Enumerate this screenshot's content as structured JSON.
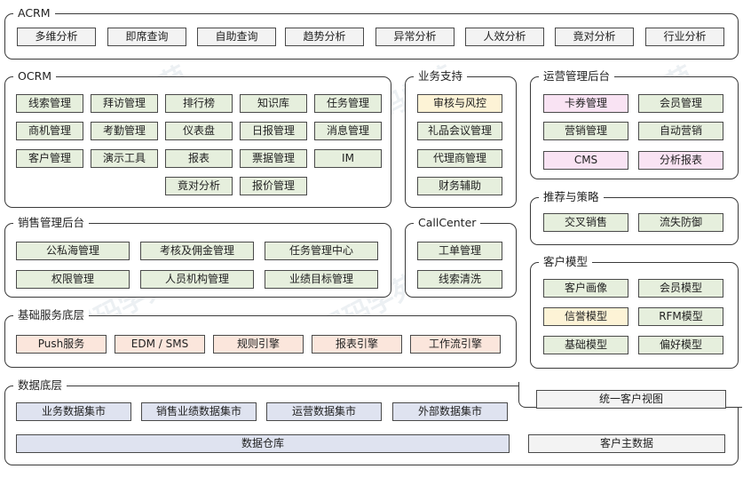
{
  "colors": {
    "plain": "#f3f3f3",
    "green": "#e6efdd",
    "yellow": "#fdf3d6",
    "pink": "#f9e3f3",
    "peach": "#fbe6dc",
    "blue": "#dfe3f0",
    "border": "#3a3a3a"
  },
  "acrm": {
    "title": "ACRM",
    "items": [
      "多维分析",
      "即席查询",
      "自助查询",
      "趋势分析",
      "异常分析",
      "人效分析",
      "竟对分析",
      "行业分析"
    ]
  },
  "ocrm": {
    "title": "OCRM",
    "items": [
      "线索管理",
      "拜访管理",
      "排行榜",
      "知识库",
      "任务管理",
      "商机管理",
      "考勤管理",
      "仪表盘",
      "日报管理",
      "消息管理",
      "客户管理",
      "演示工具",
      "报表",
      "票据管理",
      "IM",
      "竟对分析",
      "报价管理"
    ]
  },
  "business_support": {
    "title": "业务支持",
    "items": [
      "审核与风控",
      "礼品会议管理",
      "代理商管理",
      "财务辅助"
    ]
  },
  "ops_backend": {
    "title": "运营管理后台",
    "items": [
      "卡券管理",
      "会员管理",
      "营销管理",
      "自动营销",
      "CMS",
      "分析报表"
    ]
  },
  "recommend": {
    "title": "推荐与策略",
    "items": [
      "交叉销售",
      "流失防御"
    ]
  },
  "sales_backend": {
    "title": "销售管理后台",
    "items": [
      "公私海管理",
      "考核及佣金管理",
      "任务管理中心",
      "权限管理",
      "人员机构管理",
      "业绩目标管理"
    ]
  },
  "callcenter": {
    "title": "CallCenter",
    "items": [
      "工单管理",
      "线索清洗"
    ]
  },
  "customer_model": {
    "title": "客户模型",
    "items": [
      "客户画像",
      "会员模型",
      "信誉模型",
      "RFM模型",
      "基础模型",
      "偏好模型"
    ]
  },
  "base_service": {
    "title": "基础服务底层",
    "items": [
      "Push服务",
      "EDM / SMS",
      "规则引擎",
      "报表引擎",
      "工作流引擎"
    ]
  },
  "data_layer": {
    "title": "数据底层",
    "items": [
      "业务数据集市",
      "销售业绩数据集市",
      "运营数据集市",
      "外部数据集市"
    ],
    "warehouse": "数据仓库",
    "unified_view": "统一客户视图",
    "customer_master": "客户主数据"
  }
}
